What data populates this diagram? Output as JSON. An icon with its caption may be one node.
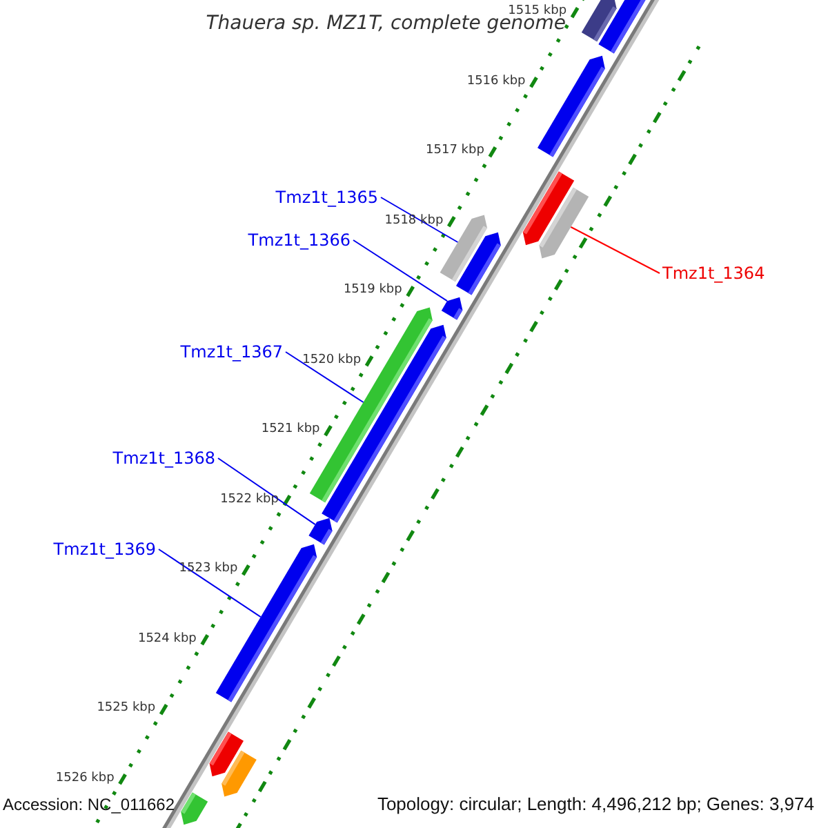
{
  "diagram": {
    "title": "Thauera sp. MZ1T, complete genome",
    "nodes": [
      {
        "text": [
          "Tmz1t_1365"
        ]
      },
      {
        "text": [
          "Tmz1t_1366"
        ]
      },
      {
        "text": [
          "Tmz1t_1364"
        ]
      },
      {
        "text": [
          "Tmz1t_1367"
        ]
      },
      {
        "text": [
          "Tmz1t_1368"
        ]
      },
      {
        "text": [
          "Tmz1t_1369"
        ]
      },
      {
        "text": [],
        "shape": "bar"
      },
      {
        "text": [],
        "shape": "bar"
      },
      {
        "text": [],
        "shape": "bar"
      },
      {
        "text": [],
        "shape": "bar"
      },
      {
        "text": [],
        "shape": "bar"
      },
      {
        "text": [],
        "shape": "bar"
      },
      {
        "text": [],
        "shape": "bar"
      },
      {
        "text": [],
        "shape": "bar"
      },
      {
        "text": [],
        "shape": "bar"
      },
      {
        "text": [],
        "shape": "bar"
      },
      {
        "text": [],
        "shape": "bar"
      },
      {
        "text": [],
        "shape": "bar"
      },
      {
        "text": [],
        "shape": "bar"
      },
      {
        "text": [],
        "shape": "bar"
      },
      {
        "text": [],
        "shape": "bar"
      }
    ],
    "edges": [
      {
        "from": 0,
        "to": 11,
        "arrow": "none"
      },
      {
        "from": 1,
        "to": 13,
        "arrow": "none"
      },
      {
        "from": 2,
        "to": 10,
        "arrow": "none",
        "color": "#ff0000"
      },
      {
        "from": 3,
        "to": 14,
        "arrow": "none"
      },
      {
        "from": 4,
        "to": 16,
        "arrow": "none"
      },
      {
        "from": 5,
        "to": 17,
        "arrow": "none"
      }
    ],
    "labels": [
      "1515 kbp",
      "1516 kbp",
      "1517 kbp",
      "1518 kbp",
      "1519 kbp",
      "1520 kbp",
      "1521 kbp",
      "1522 kbp",
      "1523 kbp",
      "1524 kbp",
      "1525 kbp",
      "1526 kbp",
      "Accession: NC_011662",
      "Topology: circular; Length: 4,496,212 bp; Genes: 3,974"
    ]
  }
}
